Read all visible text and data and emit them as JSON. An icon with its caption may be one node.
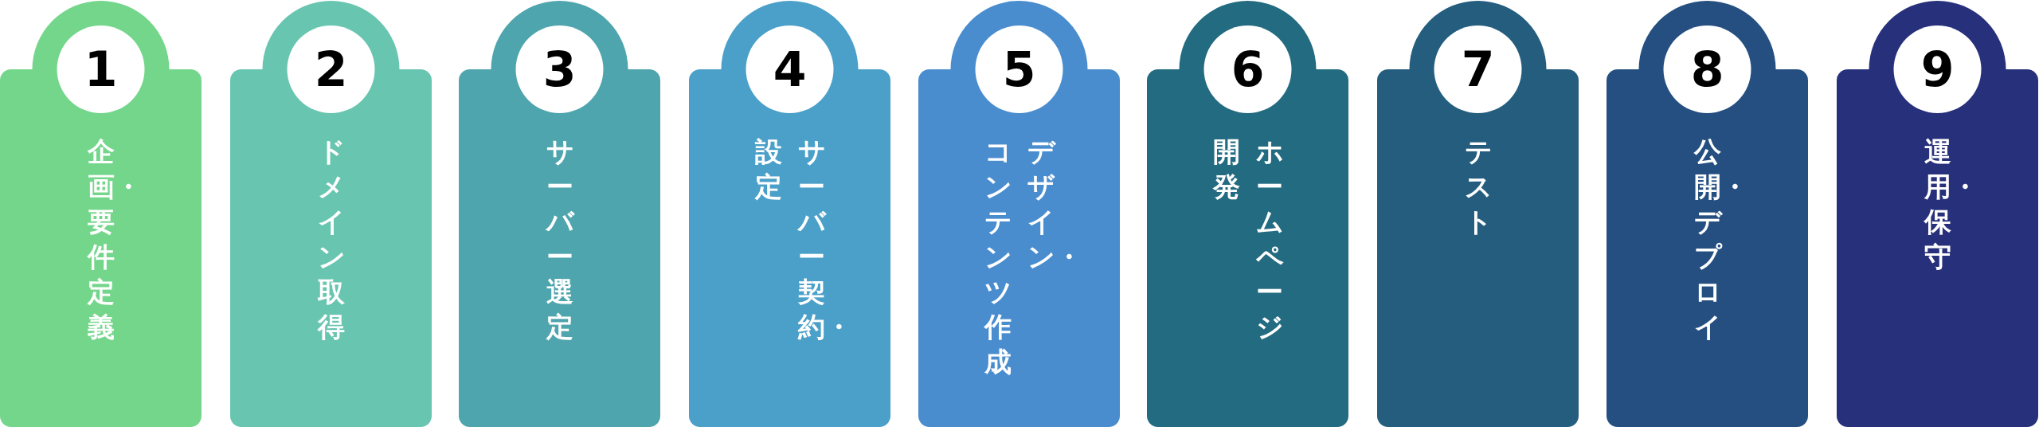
{
  "diagram": {
    "nodes": [
      {
        "text": [
          "1",
          "企画・要件定義"
        ]
      },
      {
        "text": [
          "2",
          "ドメイン取得"
        ]
      },
      {
        "text": [
          "3",
          "サーバー選定"
        ]
      },
      {
        "text": [
          "4",
          "サーバー契約・設定"
        ]
      },
      {
        "text": [
          "5",
          "デザイン・コンテンツ作成"
        ]
      },
      {
        "text": [
          "6",
          "ホームページ開発"
        ]
      },
      {
        "text": [
          "7",
          "テスト"
        ]
      },
      {
        "text": [
          "8",
          "公開・デプロイ"
        ]
      },
      {
        "text": [
          "9",
          "運用・保守"
        ]
      }
    ]
  }
}
